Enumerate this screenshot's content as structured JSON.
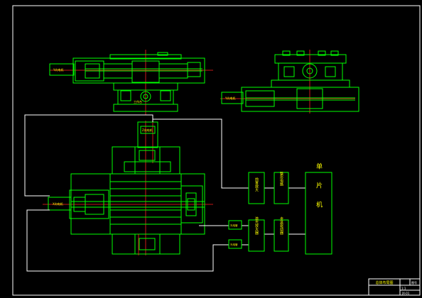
{
  "blocks": {
    "amp_front": "前置放大",
    "shaping": "整形电路",
    "laser_amp": "激光放大器",
    "driver": "步进驱动器",
    "mcu": "单片机"
  },
  "labels": {
    "motor_top": "Y向电机",
    "motor_main": "X向电机",
    "motor_right": "Y向电机",
    "spindle": "Z向电机",
    "base_label": "工作台",
    "small_a": "光电管",
    "small_b": "光电管"
  },
  "title_block": {
    "title": "总体布局图",
    "scale": "1:1",
    "sheet": "图号",
    "code": "JX-01"
  },
  "colors": {
    "line": "#00ff00",
    "frame": "#ffffff",
    "center": "#ff2020",
    "text": "#ffff00"
  }
}
